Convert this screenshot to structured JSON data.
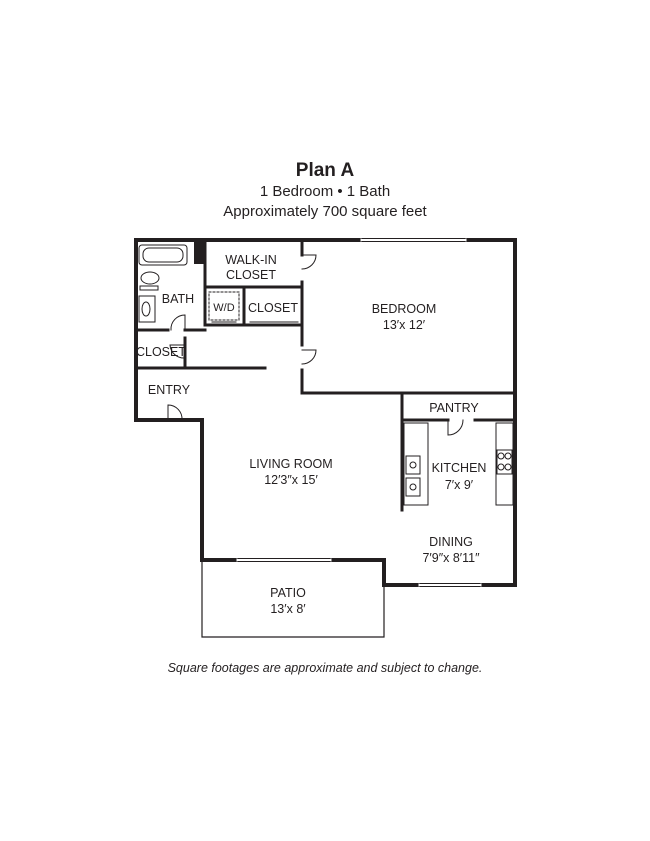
{
  "header": {
    "title": "Plan A",
    "line1": "1 Bedroom • 1 Bath",
    "line2": "Approximately 700 square feet"
  },
  "rooms": {
    "walkin_closet_1": "WALK-IN",
    "walkin_closet_2": "CLOSET",
    "bath": "BATH",
    "wd": "W/D",
    "closet_a": "CLOSET",
    "closet_b": "CLOSET",
    "entry": "ENTRY",
    "bedroom": "BEDROOM",
    "bedroom_size": "13′x 12′",
    "pantry": "PANTRY",
    "kitchen": "KITCHEN",
    "kitchen_size": "7′x 9′",
    "living_room": "LIVING ROOM",
    "living_room_size": "12′3″x 15′",
    "dining": "DINING",
    "dining_size": "7′9″x 8′11″",
    "patio": "PATIO",
    "patio_size": "13′x 8′"
  },
  "footnote": "Square footages are approximate and subject to change."
}
